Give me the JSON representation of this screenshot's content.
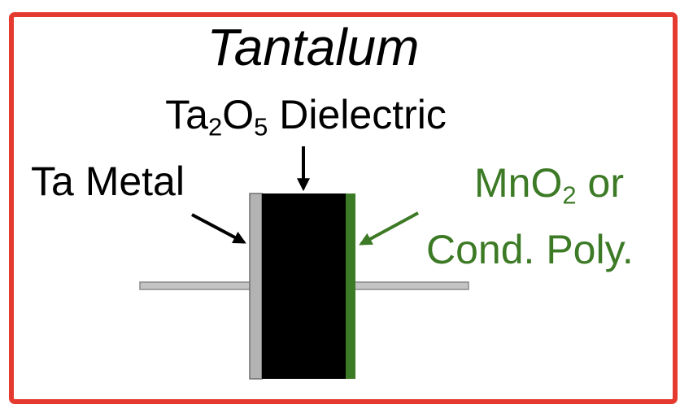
{
  "title": "Tantalum",
  "dielectric": {
    "base": "Ta",
    "sub1": "2",
    "mid": "O",
    "sub2": "5",
    "suffix": " Dielectric"
  },
  "metal": {
    "label": "Ta Metal"
  },
  "cathode": {
    "line1_base": "MnO",
    "line1_sub": "2",
    "line1_suffix": " or",
    "line2": "Cond. Poly."
  },
  "colors": {
    "frame": "#e53a2f",
    "metal": "#b3b3b3",
    "dielectric": "#000000",
    "cathode": "#3c7a25",
    "lead": "#b8b8b8",
    "arrow": "#000000"
  }
}
